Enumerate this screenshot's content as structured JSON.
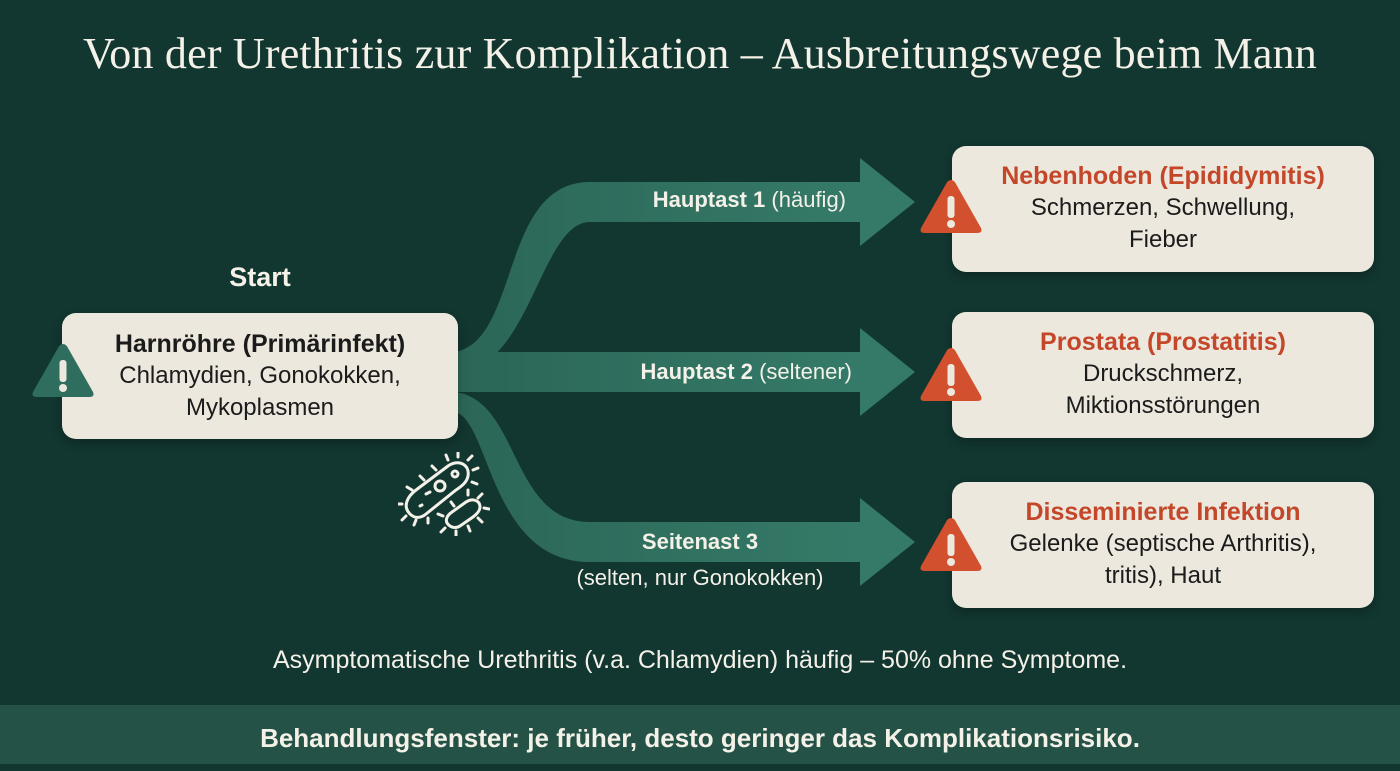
{
  "title": "Von der Urethritis zur Komplikation – Ausbreitungswege beim Mann",
  "colors": {
    "background": "#123630",
    "arrow": "#2f6e5e",
    "box": "#ece8de",
    "warning_red": "#d3502f",
    "warning_green": "#2f6e5e",
    "heading_red": "#c4472a",
    "footer_bar": "#245246"
  },
  "start": {
    "label": "Start",
    "box": {
      "heading": "Harnröhre (Primärinfekt)",
      "line1": "Chlamydien, Gonokokken,",
      "line2": "Mykoplasmen",
      "icon": "warning-triangle-icon"
    },
    "decor_icon": "bacteria-icon"
  },
  "branches": [
    {
      "name": "Hauptast 1",
      "qualifier": "(häufig)"
    },
    {
      "name": "Hauptast 2",
      "qualifier": "(seltener)"
    },
    {
      "name": "Seitenast 3",
      "qualifier": "(selten, nur Gonokokken)"
    }
  ],
  "targets": [
    {
      "heading": "Nebenhoden (Epididymitis)",
      "line1": "Schmerzen, Schwellung,",
      "line2": "Fieber",
      "icon": "warning-triangle-icon"
    },
    {
      "heading": "Prostata (Prostatitis)",
      "line1": "Druckschmerz,",
      "line2": "Miktionsstörungen",
      "icon": "warning-triangle-icon"
    },
    {
      "heading": "Disseminierte Infektion",
      "line1": "Gelenke (septische Arthritis),",
      "line2": "tritis), Haut",
      "icon": "warning-triangle-icon"
    }
  ],
  "note": "Asymptomatische Urethritis (v.a. Chlamydien) häufig – 50% ohne Symptome.",
  "footer": "Behandlungsfenster: je früher, desto geringer das Komplikationsrisiko."
}
